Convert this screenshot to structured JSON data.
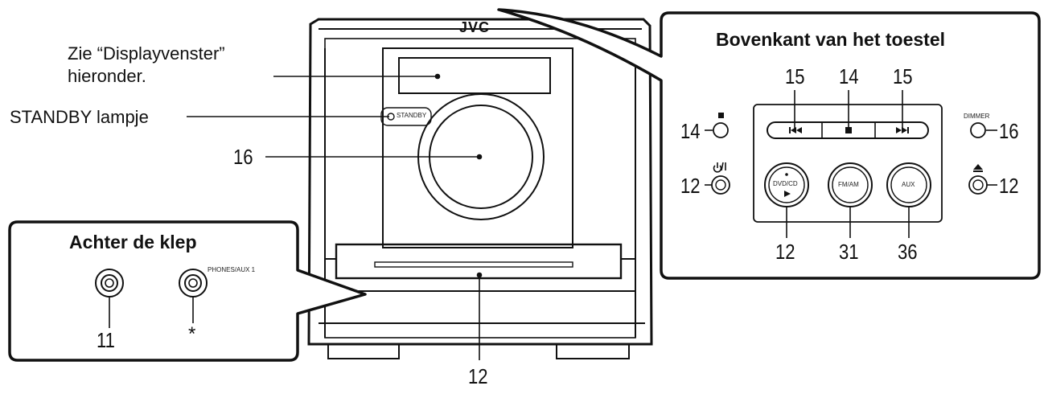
{
  "brand": "JVC",
  "labels": {
    "display_note_line1": "Zie “Displayvenster”",
    "display_note_line2": "hieronder.",
    "standby_lamp": "STANDBY lampje",
    "volume_ref": "16",
    "tray_ref": "12"
  },
  "front_panel": {
    "standby_text": "STANDBY"
  },
  "rear_callout": {
    "title": "Achter de klep",
    "jack_label": "PHONES/AUX 1",
    "jack1_ref": "11",
    "jack2_ref": "*"
  },
  "top_callout": {
    "title": "Bovenkant van het toestel",
    "skip_back_ref": "15",
    "stop_ref": "14",
    "skip_fwd_ref": "15",
    "stop_left_ref": "14",
    "power_ref": "12",
    "dimmer_label": "DIMMER",
    "dimmer_ref": "16",
    "eject_ref": "12",
    "dvdcd_label": "DVD/CD",
    "dvdcd_ref": "12",
    "fmam_label": "FM/AM",
    "fmam_ref": "31",
    "aux_label": "AUX",
    "aux_ref": "36"
  }
}
